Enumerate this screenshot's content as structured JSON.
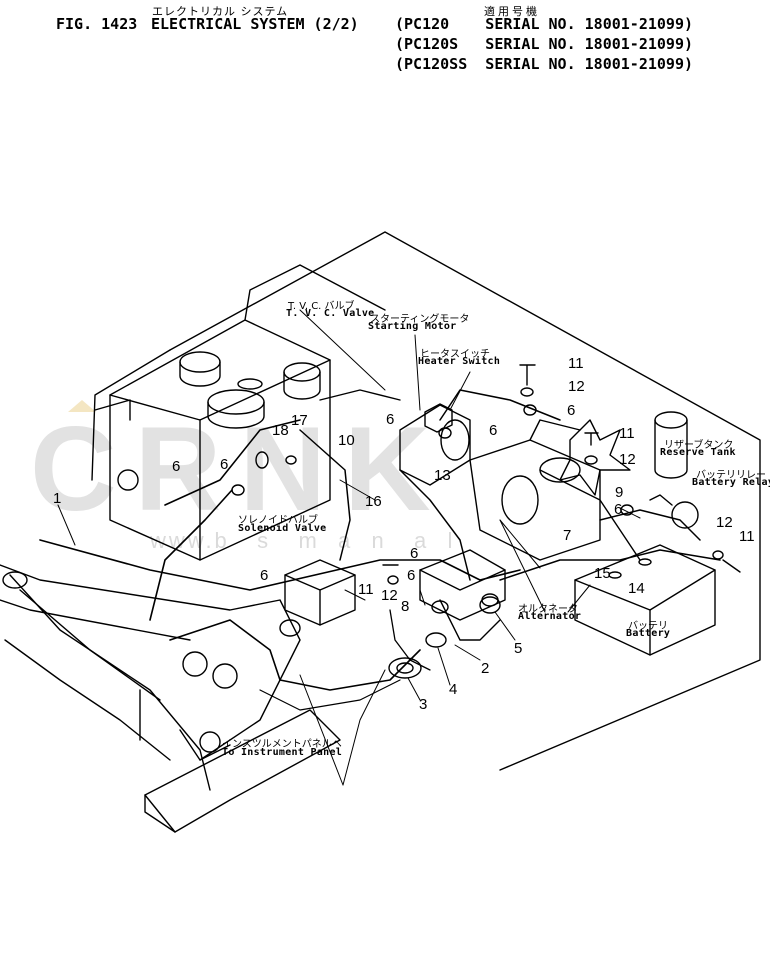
{
  "header": {
    "fig_label": "FIG. 1423",
    "title_jp": "エレクトリカル システム",
    "title": "ELECTRICAL SYSTEM (2/2)",
    "applicable_jp": "適用号機",
    "models": [
      "(PC120    SERIAL NO. 18001-21099)",
      "(PC120S   SERIAL NO. 18001-21099)",
      "(PC120SS  SERIAL NO. 18001-21099)"
    ]
  },
  "watermark": {
    "logo": "CRNK",
    "url": "www.b   s   m  a  n   a  l"
  },
  "components": {
    "tvc_valve_jp": "T. V. C. バルブ",
    "tvc_valve": "T. V. C. Valve",
    "starting_motor_jp": "スターティングモータ",
    "starting_motor": "Starting Motor",
    "heater_switch_jp": "ヒータスイッチ",
    "heater_switch": "Heater Switch",
    "reserve_tank_jp": "リザーブタンク",
    "reserve_tank": "Reserve Tank",
    "battery_relay_jp": "バッテリリレー",
    "battery_relay": "Battery Relay",
    "solenoid_valve_jp": "ソレノイドバルブ",
    "solenoid_valve": "Solenoid Valve",
    "alternator_jp": "オルタネータ",
    "alternator": "Alternator",
    "battery_jp": "バッテリ",
    "battery": "Battery",
    "instrument_panel_jp": "インスツルメントパネルへ",
    "instrument_panel": "To Instrument Panel"
  },
  "callouts": {
    "c1": "1",
    "c2": "2",
    "c3": "3",
    "c4": "4",
    "c5": "5",
    "c6a": "6",
    "c6b": "6",
    "c6c": "6",
    "c6d": "6",
    "c6e": "6",
    "c6f": "6",
    "c6g": "6",
    "c6h": "6",
    "c6i": "6",
    "c7": "7",
    "c8": "8",
    "c9": "9",
    "c10": "10",
    "c11a": "11",
    "c11b": "11",
    "c11c": "11",
    "c11d": "11",
    "c12a": "12",
    "c12b": "12",
    "c12c": "12",
    "c12d": "12",
    "c13": "13",
    "c14": "14",
    "c15": "15",
    "c16": "16",
    "c17": "17",
    "c18": "18"
  }
}
